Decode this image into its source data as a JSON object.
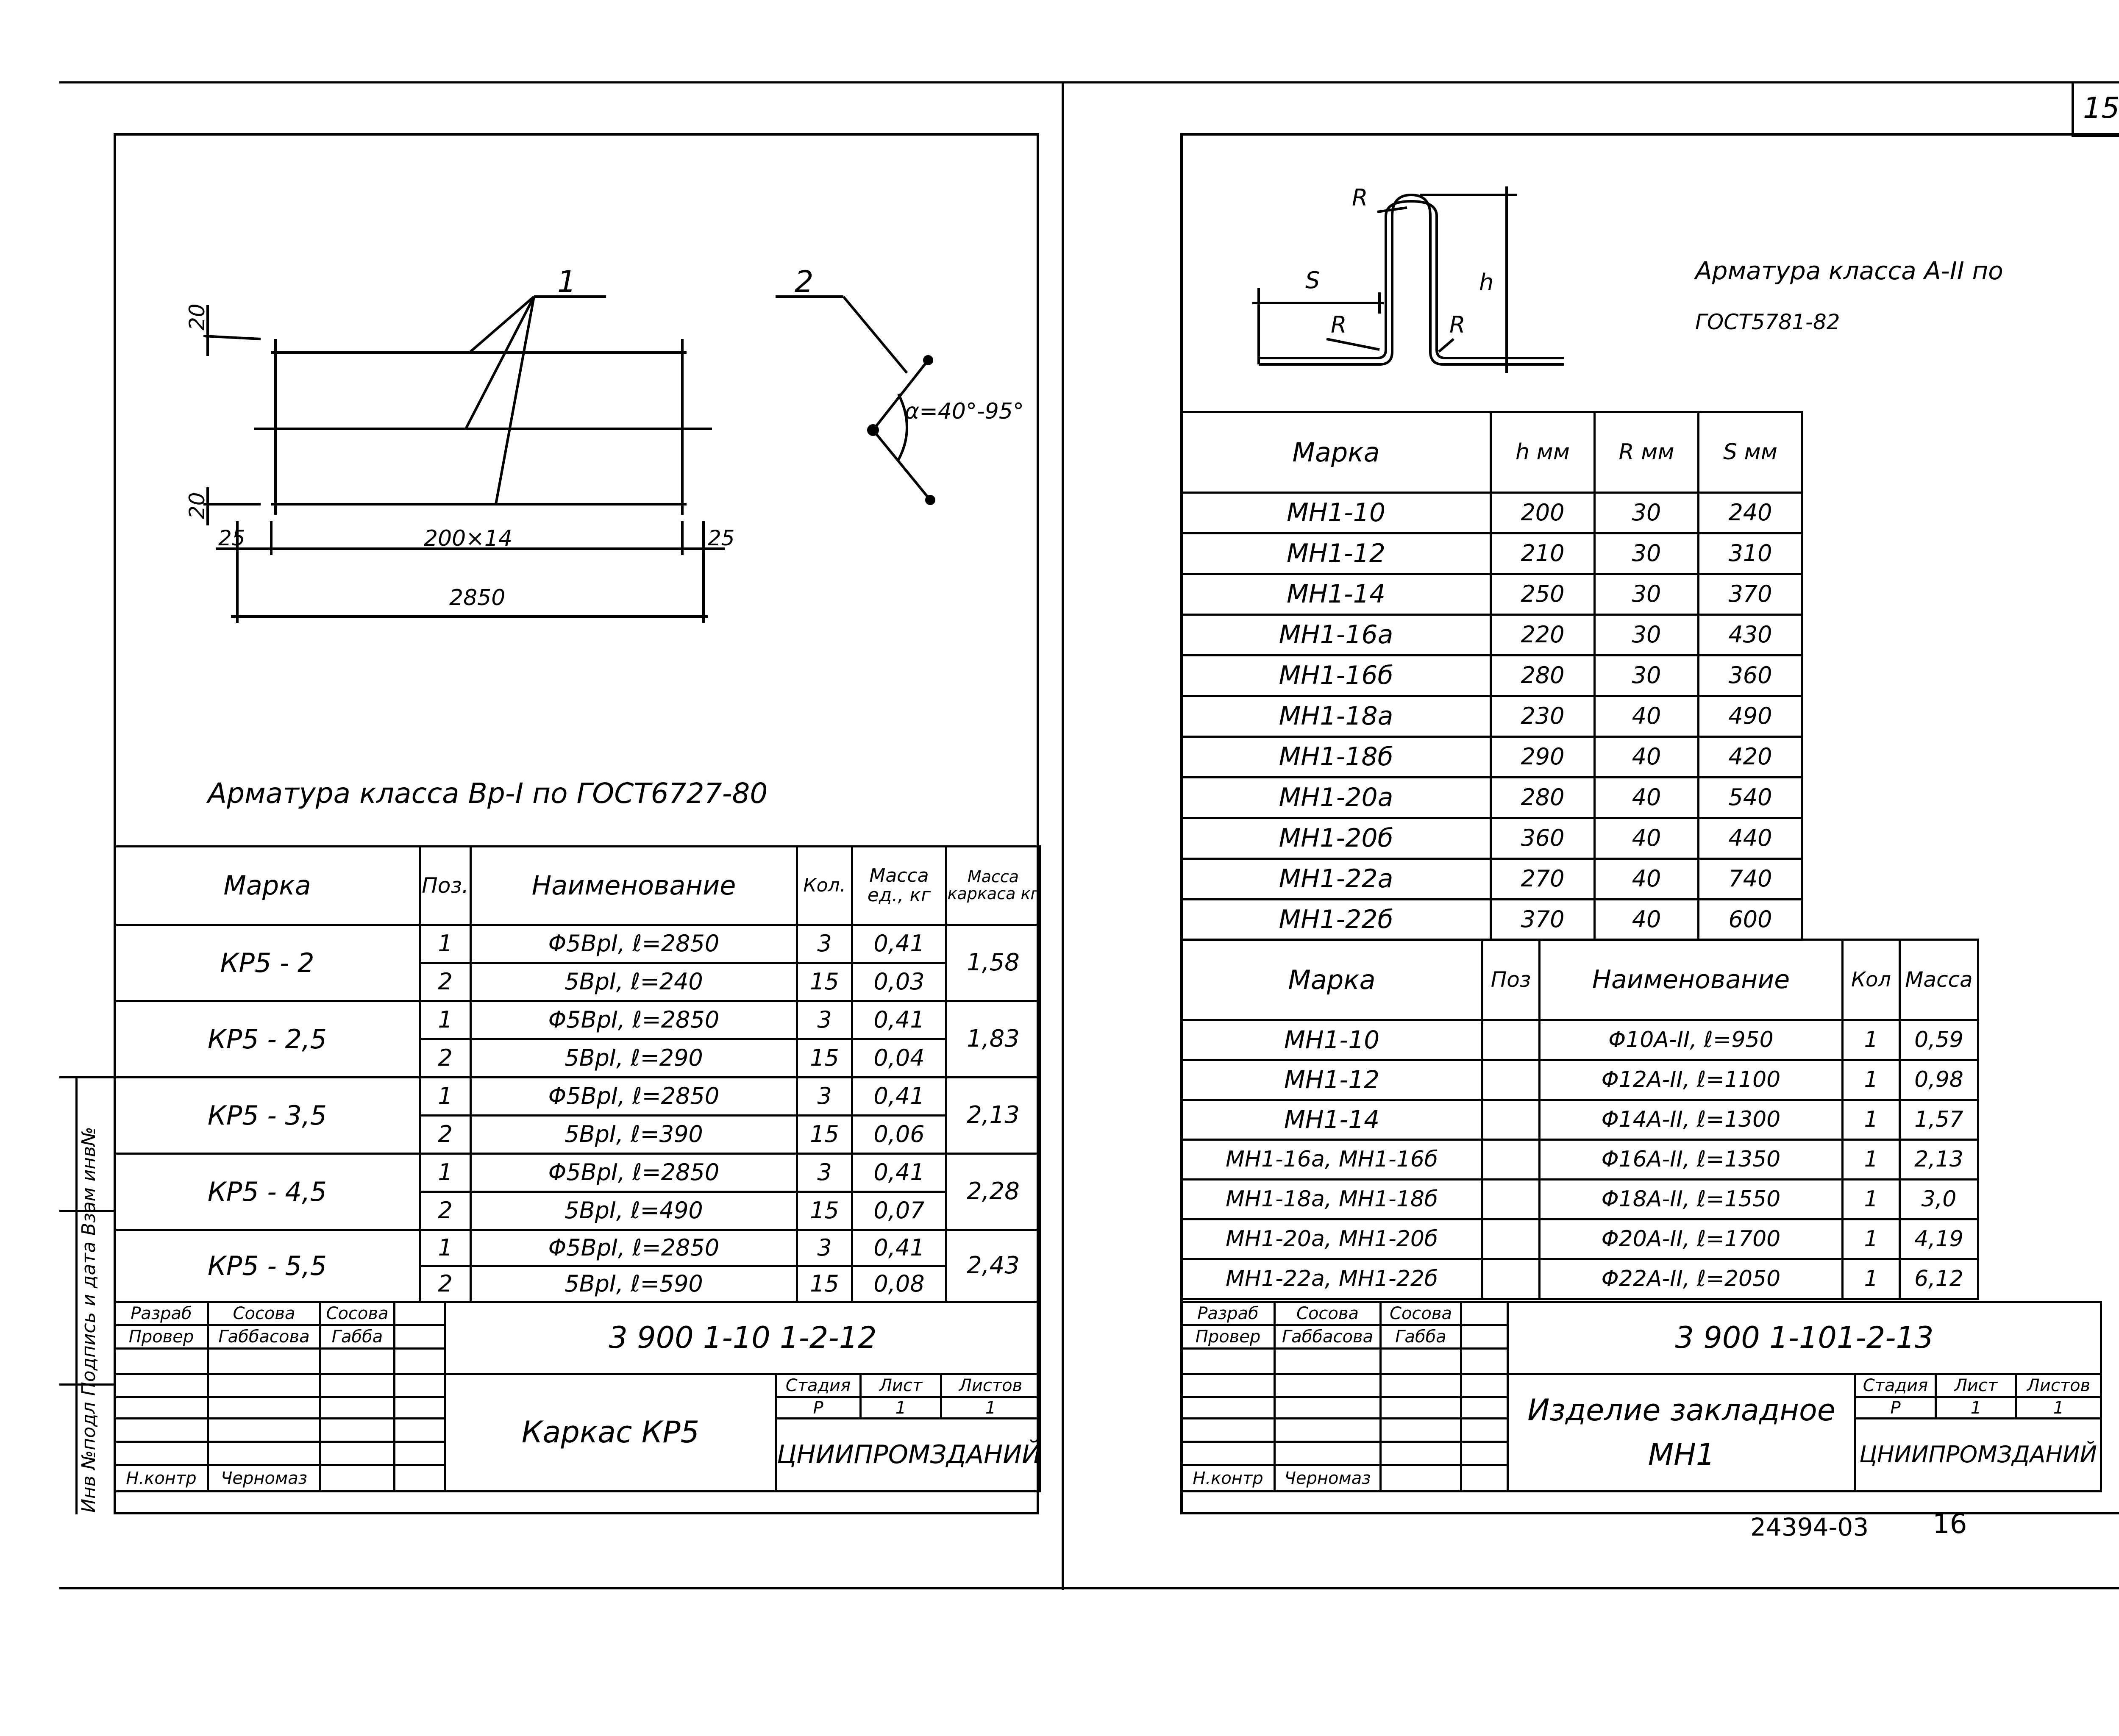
{
  "page_number": "15",
  "bottom_ref": {
    "code": "24394-03",
    "page": "16"
  },
  "left_vertical_label": "Инв №подл  Подпись и дата  Взам инв№",
  "left": {
    "drawing": {
      "label_pos1": "1",
      "label_pos2": "2",
      "dim_20_top": "20",
      "dim_20_bottom": "20",
      "dim_25_left": "25",
      "dim_25_right": "25",
      "dim_mid": "200×14",
      "dim_total": "2850",
      "angle": "α=40°-95°"
    },
    "note": "Арматура класса Вр-I по ГОСТ6727-80",
    "spec_table": {
      "headers": [
        "Марка",
        "Поз.",
        "Наименование",
        "Кол.",
        "Масса ед., кг",
        "Масса каркаса кг"
      ],
      "groups": [
        {
          "mark": "КР5 - 2",
          "total": "1,58",
          "rows": [
            {
              "pos": "1",
              "name": "Φ5ВрI, ℓ=2850",
              "qty": "3",
              "mass": "0,41"
            },
            {
              "pos": "2",
              "name": "5ВрI, ℓ=240",
              "qty": "15",
              "mass": "0,03"
            }
          ]
        },
        {
          "mark": "КР5 - 2,5",
          "total": "1,83",
          "rows": [
            {
              "pos": "1",
              "name": "Φ5ВрI, ℓ=2850",
              "qty": "3",
              "mass": "0,41"
            },
            {
              "pos": "2",
              "name": "5ВрI, ℓ=290",
              "qty": "15",
              "mass": "0,04"
            }
          ]
        },
        {
          "mark": "КР5 - 3,5",
          "total": "2,13",
          "rows": [
            {
              "pos": "1",
              "name": "Φ5ВрI, ℓ=2850",
              "qty": "3",
              "mass": "0,41"
            },
            {
              "pos": "2",
              "name": "5ВрI, ℓ=390",
              "qty": "15",
              "mass": "0,06"
            }
          ]
        },
        {
          "mark": "КР5 - 4,5",
          "total": "2,28",
          "rows": [
            {
              "pos": "1",
              "name": "Φ5ВрI, ℓ=2850",
              "qty": "3",
              "mass": "0,41"
            },
            {
              "pos": "2",
              "name": "5ВрI, ℓ=490",
              "qty": "15",
              "mass": "0,07"
            }
          ]
        },
        {
          "mark": "КР5 - 5,5",
          "total": "2,43",
          "rows": [
            {
              "pos": "1",
              "name": "Φ5ВрI, ℓ=2850",
              "qty": "3",
              "mass": "0,41"
            },
            {
              "pos": "2",
              "name": "5ВрI, ℓ=590",
              "qty": "15",
              "mass": "0,08"
            }
          ]
        }
      ]
    },
    "stamp": {
      "razrab": "Разраб",
      "razrab_name": "Сосова",
      "razrab_sign": "Сосова",
      "prover": "Провер",
      "prover_name": "Габбасова",
      "prover_sign": "Габба",
      "nkontr": "Н.контр",
      "nkontr_name": "Черномаз",
      "code": "3 900 1-10 1-2-12",
      "title": "Каркас КР5",
      "stadia": "Стадия",
      "list": "Лист",
      "listov": "Листов",
      "stadia_val": "Р",
      "list_val": "1",
      "listov_val": "1",
      "org": "ЦНИИПРОМЗДАНИЙ"
    }
  },
  "right": {
    "drawing": {
      "label_R1": "R",
      "label_R2": "R",
      "label_R3": "R",
      "label_S": "S",
      "label_h": "h"
    },
    "note_line1": "Арматура класса А-II по",
    "note_line2": "ГОСТ5781-82",
    "dim_table": {
      "headers": [
        "Марка",
        "h мм",
        "R мм",
        "S мм"
      ],
      "rows": [
        [
          "МН1-10",
          "200",
          "30",
          "240"
        ],
        [
          "МН1-12",
          "210",
          "30",
          "310"
        ],
        [
          "МН1-14",
          "250",
          "30",
          "370"
        ],
        [
          "МН1-16а",
          "220",
          "30",
          "430"
        ],
        [
          "МН1-16б",
          "280",
          "30",
          "360"
        ],
        [
          "МН1-18а",
          "230",
          "40",
          "490"
        ],
        [
          "МН1-18б",
          "290",
          "40",
          "420"
        ],
        [
          "МН1-20а",
          "280",
          "40",
          "540"
        ],
        [
          "МН1-20б",
          "360",
          "40",
          "440"
        ],
        [
          "МН1-22а",
          "270",
          "40",
          "740"
        ],
        [
          "МН1-22б",
          "370",
          "40",
          "600"
        ]
      ]
    },
    "spec_table": {
      "headers": [
        "Марка",
        "Поз",
        "Наименование",
        "Кол",
        "Масса"
      ],
      "rows": [
        [
          "МН1-10",
          "",
          "Φ10А-II, ℓ=950",
          "1",
          "0,59"
        ],
        [
          "МН1-12",
          "",
          "Φ12А-II, ℓ=1100",
          "1",
          "0,98"
        ],
        [
          "МН1-14",
          "",
          "Φ14А-II, ℓ=1300",
          "1",
          "1,57"
        ],
        [
          "МН1-16а, МН1-16б",
          "",
          "Φ16А-II, ℓ=1350",
          "1",
          "2,13"
        ],
        [
          "МН1-18а, МН1-18б",
          "",
          "Φ18А-II, ℓ=1550",
          "1",
          "3,0"
        ],
        [
          "МН1-20а, МН1-20б",
          "",
          "Φ20А-II, ℓ=1700",
          "1",
          "4,19"
        ],
        [
          "МН1-22а, МН1-22б",
          "",
          "Φ22А-II, ℓ=2050",
          "1",
          "6,12"
        ]
      ]
    },
    "stamp": {
      "razrab": "Разраб",
      "razrab_name": "Сосова",
      "razrab_sign": "Сосова",
      "prover": "Провер",
      "prover_name": "Габбасова",
      "prover_sign": "Габба",
      "nkontr": "Н.контр",
      "nkontr_name": "Черномаз",
      "code": "3 900 1-101-2-13",
      "title_line1": "Изделие закладное",
      "title_line2": "МН1",
      "stadia": "Стадия",
      "list": "Лист",
      "listov": "Листов",
      "stadia_val": "Р",
      "list_val": "1",
      "listov_val": "1",
      "org": "ЦНИИПРОМЗДАНИЙ"
    }
  }
}
